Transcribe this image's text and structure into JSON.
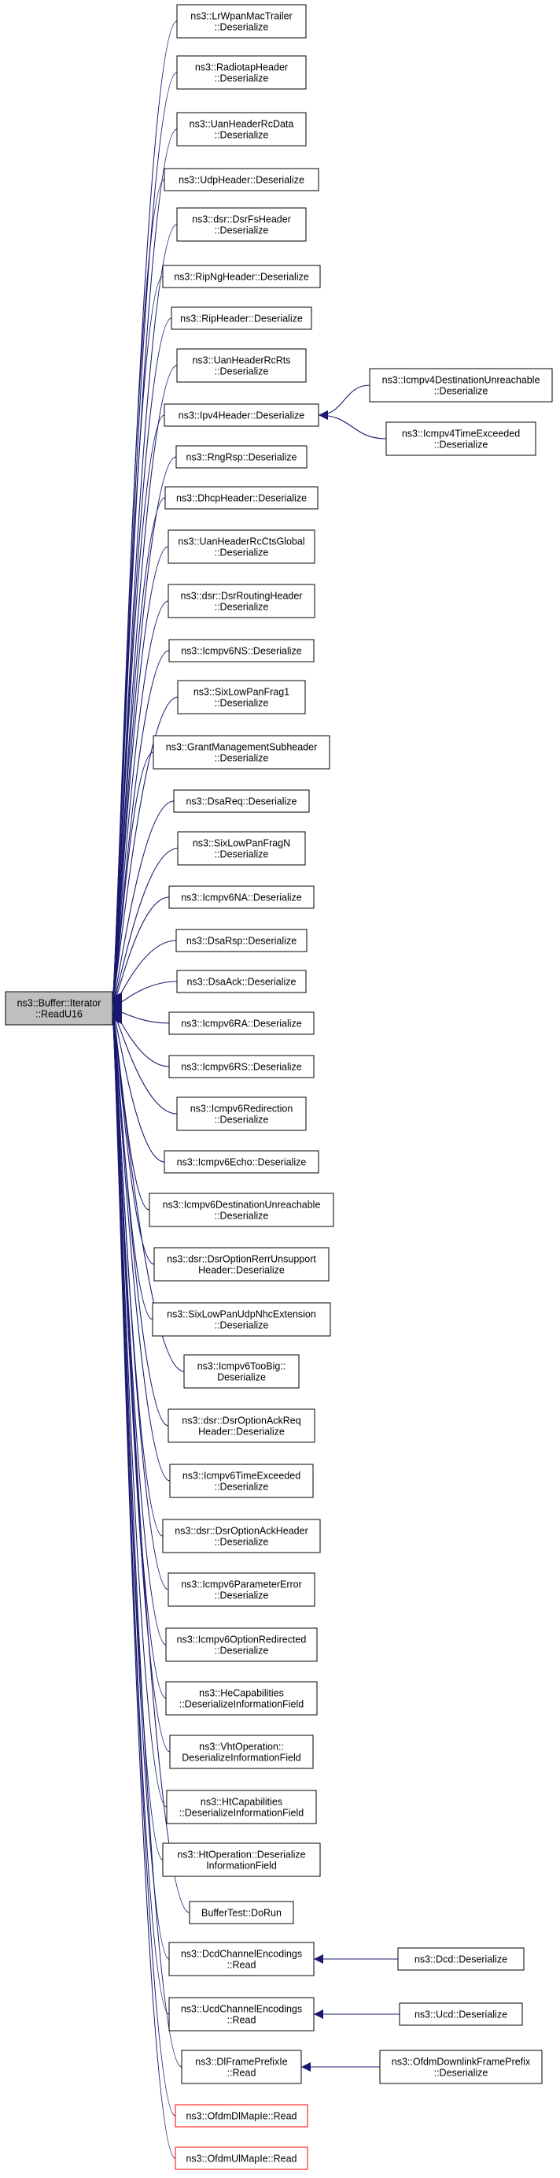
{
  "graph": {
    "colors": {
      "edge": "#191970",
      "border_normal": "#000000",
      "border_undocumented": "#ff0000",
      "fill_normal": "#ffffff",
      "fill_focus": "#bfbfbf"
    },
    "focus": {
      "id": "focus",
      "lines": [
        "ns3::Buffer::Iterator",
        "::ReadU16"
      ]
    },
    "callers": [
      {
        "id": "n0",
        "lines": [
          "ns3::LrWpanMacTrailer",
          "::Deserialize"
        ]
      },
      {
        "id": "n1",
        "lines": [
          "ns3::RadiotapHeader",
          "::Deserialize"
        ]
      },
      {
        "id": "n2",
        "lines": [
          "ns3::UanHeaderRcData",
          "::Deserialize"
        ]
      },
      {
        "id": "n3",
        "lines": [
          "ns3::UdpHeader::Deserialize"
        ]
      },
      {
        "id": "n4",
        "lines": [
          "ns3::dsr::DsrFsHeader",
          "::Deserialize"
        ]
      },
      {
        "id": "n5",
        "lines": [
          "ns3::RipNgHeader::Deserialize"
        ]
      },
      {
        "id": "n6",
        "lines": [
          "ns3::RipHeader::Deserialize"
        ]
      },
      {
        "id": "n7",
        "lines": [
          "ns3::UanHeaderRcRts",
          "::Deserialize"
        ]
      },
      {
        "id": "n8",
        "lines": [
          "ns3::Ipv4Header::Deserialize"
        ]
      },
      {
        "id": "n9",
        "lines": [
          "ns3::RngRsp::Deserialize"
        ]
      },
      {
        "id": "n10",
        "lines": [
          "ns3::DhcpHeader::Deserialize"
        ]
      },
      {
        "id": "n11",
        "lines": [
          "ns3::UanHeaderRcCtsGlobal",
          "::Deserialize"
        ]
      },
      {
        "id": "n12",
        "lines": [
          "ns3::dsr::DsrRoutingHeader",
          "::Deserialize"
        ]
      },
      {
        "id": "n13",
        "lines": [
          "ns3::Icmpv6NS::Deserialize"
        ]
      },
      {
        "id": "n14",
        "lines": [
          "ns3::SixLowPanFrag1",
          "::Deserialize"
        ]
      },
      {
        "id": "n15",
        "lines": [
          "ns3::GrantManagementSubheader",
          "::Deserialize"
        ]
      },
      {
        "id": "n16",
        "lines": [
          "ns3::DsaReq::Deserialize"
        ]
      },
      {
        "id": "n17",
        "lines": [
          "ns3::SixLowPanFragN",
          "::Deserialize"
        ]
      },
      {
        "id": "n18",
        "lines": [
          "ns3::Icmpv6NA::Deserialize"
        ]
      },
      {
        "id": "n19",
        "lines": [
          "ns3::DsaRsp::Deserialize"
        ]
      },
      {
        "id": "n20",
        "lines": [
          "ns3::DsaAck::Deserialize"
        ]
      },
      {
        "id": "n21",
        "lines": [
          "ns3::Icmpv6RA::Deserialize"
        ]
      },
      {
        "id": "n22",
        "lines": [
          "ns3::Icmpv6RS::Deserialize"
        ]
      },
      {
        "id": "n23",
        "lines": [
          "ns3::Icmpv6Redirection",
          "::Deserialize"
        ]
      },
      {
        "id": "n24",
        "lines": [
          "ns3::Icmpv6Echo::Deserialize"
        ]
      },
      {
        "id": "n25",
        "lines": [
          "ns3::Icmpv6DestinationUnreachable",
          "::Deserialize"
        ]
      },
      {
        "id": "n26",
        "lines": [
          "ns3::dsr::DsrOptionRerrUnsupport",
          "Header::Deserialize"
        ]
      },
      {
        "id": "n27",
        "lines": [
          "ns3::SixLowPanUdpNhcExtension",
          "::Deserialize"
        ]
      },
      {
        "id": "n28",
        "lines": [
          "ns3::Icmpv6TooBig::",
          "Deserialize"
        ]
      },
      {
        "id": "n29",
        "lines": [
          "ns3::dsr::DsrOptionAckReq",
          "Header::Deserialize"
        ]
      },
      {
        "id": "n30",
        "lines": [
          "ns3::Icmpv6TimeExceeded",
          "::Deserialize"
        ]
      },
      {
        "id": "n31",
        "lines": [
          "ns3::dsr::DsrOptionAckHeader",
          "::Deserialize"
        ]
      },
      {
        "id": "n32",
        "lines": [
          "ns3::Icmpv6ParameterError",
          "::Deserialize"
        ]
      },
      {
        "id": "n33",
        "lines": [
          "ns3::Icmpv6OptionRedirected",
          "::Deserialize"
        ]
      },
      {
        "id": "n34",
        "lines": [
          "ns3::HeCapabilities",
          "::DeserializeInformationField"
        ]
      },
      {
        "id": "n35",
        "lines": [
          "ns3::VhtOperation::",
          "DeserializeInformationField"
        ]
      },
      {
        "id": "n36",
        "lines": [
          "ns3::HtCapabilities",
          "::DeserializeInformationField"
        ]
      },
      {
        "id": "n37",
        "lines": [
          "ns3::HtOperation::Deserialize",
          "InformationField"
        ]
      },
      {
        "id": "n38",
        "lines": [
          "BufferTest::DoRun"
        ]
      },
      {
        "id": "n39",
        "lines": [
          "ns3::DcdChannelEncodings",
          "::Read"
        ]
      },
      {
        "id": "n40",
        "lines": [
          "ns3::UcdChannelEncodings",
          "::Read"
        ]
      },
      {
        "id": "n41",
        "lines": [
          "ns3::DlFramePrefixIe",
          "::Read"
        ]
      },
      {
        "id": "n42",
        "lines": [
          "ns3::OfdmDlMapIe::Read"
        ],
        "undocumented": true
      },
      {
        "id": "n43",
        "lines": [
          "ns3::OfdmUlMapIe::Read"
        ],
        "undocumented": true
      }
    ],
    "secondary": [
      {
        "id": "s0",
        "lines": [
          "ns3::Icmpv4DestinationUnreachable",
          "::Deserialize"
        ]
      },
      {
        "id": "s1",
        "lines": [
          "ns3::Icmpv4TimeExceeded",
          "::Deserialize"
        ]
      },
      {
        "id": "s2",
        "lines": [
          "ns3::Dcd::Deserialize"
        ]
      },
      {
        "id": "s3",
        "lines": [
          "ns3::Ucd::Deserialize"
        ]
      },
      {
        "id": "s4",
        "lines": [
          "ns3::OfdmDownlinkFramePrefix",
          "::Deserialize"
        ]
      }
    ],
    "edges": [
      {
        "from": "n0",
        "to": "focus"
      },
      {
        "from": "n1",
        "to": "focus"
      },
      {
        "from": "n2",
        "to": "focus"
      },
      {
        "from": "n3",
        "to": "focus"
      },
      {
        "from": "n4",
        "to": "focus"
      },
      {
        "from": "n5",
        "to": "focus"
      },
      {
        "from": "n6",
        "to": "focus"
      },
      {
        "from": "n7",
        "to": "focus"
      },
      {
        "from": "n8",
        "to": "focus"
      },
      {
        "from": "n9",
        "to": "focus"
      },
      {
        "from": "n10",
        "to": "focus"
      },
      {
        "from": "n11",
        "to": "focus"
      },
      {
        "from": "n12",
        "to": "focus"
      },
      {
        "from": "n13",
        "to": "focus"
      },
      {
        "from": "n14",
        "to": "focus"
      },
      {
        "from": "n15",
        "to": "focus"
      },
      {
        "from": "n16",
        "to": "focus"
      },
      {
        "from": "n17",
        "to": "focus"
      },
      {
        "from": "n18",
        "to": "focus"
      },
      {
        "from": "n19",
        "to": "focus"
      },
      {
        "from": "n20",
        "to": "focus"
      },
      {
        "from": "n21",
        "to": "focus"
      },
      {
        "from": "n22",
        "to": "focus"
      },
      {
        "from": "n23",
        "to": "focus"
      },
      {
        "from": "n24",
        "to": "focus"
      },
      {
        "from": "n25",
        "to": "focus"
      },
      {
        "from": "n26",
        "to": "focus"
      },
      {
        "from": "n27",
        "to": "focus"
      },
      {
        "from": "n28",
        "to": "focus"
      },
      {
        "from": "n29",
        "to": "focus"
      },
      {
        "from": "n30",
        "to": "focus"
      },
      {
        "from": "n31",
        "to": "focus"
      },
      {
        "from": "n32",
        "to": "focus"
      },
      {
        "from": "n33",
        "to": "focus"
      },
      {
        "from": "n34",
        "to": "focus"
      },
      {
        "from": "n35",
        "to": "focus"
      },
      {
        "from": "n36",
        "to": "focus"
      },
      {
        "from": "n37",
        "to": "focus"
      },
      {
        "from": "n38",
        "to": "focus"
      },
      {
        "from": "n39",
        "to": "focus"
      },
      {
        "from": "n40",
        "to": "focus"
      },
      {
        "from": "n41",
        "to": "focus"
      },
      {
        "from": "n42",
        "to": "focus"
      },
      {
        "from": "n43",
        "to": "focus"
      },
      {
        "from": "s0",
        "to": "n8"
      },
      {
        "from": "s1",
        "to": "n8"
      },
      {
        "from": "s2",
        "to": "n39"
      },
      {
        "from": "s3",
        "to": "n40"
      },
      {
        "from": "s4",
        "to": "n41"
      }
    ]
  }
}
